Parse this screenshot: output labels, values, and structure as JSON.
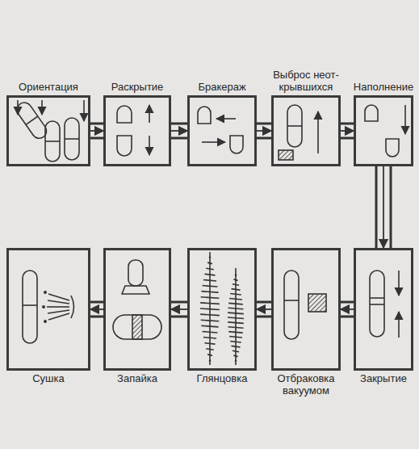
{
  "diagram": {
    "nodes": [
      {
        "text": [
          "Ориентация"
        ]
      },
      {
        "text": [
          "Раскрытие"
        ]
      },
      {
        "text": [
          "Бракераж"
        ]
      },
      {
        "text": [
          "Выброс неот- крывшихся"
        ]
      },
      {
        "text": [
          "Наполнение"
        ]
      },
      {
        "text": [
          "Закрытие"
        ]
      },
      {
        "text": [
          "Отбраковка вакуумом"
        ]
      },
      {
        "text": [
          "Глянцовка"
        ]
      },
      {
        "text": [
          "Запайка"
        ]
      },
      {
        "text": [
          "Сушка"
        ]
      }
    ],
    "edges": [
      {
        "from": 0,
        "to": 1,
        "arrow": "to"
      },
      {
        "from": 1,
        "to": 2,
        "arrow": "to"
      },
      {
        "from": 2,
        "to": 3,
        "arrow": "to"
      },
      {
        "from": 3,
        "to": 4,
        "arrow": "to"
      },
      {
        "from": 4,
        "to": 5,
        "arrow": "to"
      },
      {
        "from": 5,
        "to": 6,
        "arrow": "to"
      },
      {
        "from": 6,
        "to": 7,
        "arrow": "to"
      },
      {
        "from": 7,
        "to": 8,
        "arrow": "to"
      },
      {
        "from": 8,
        "to": 9,
        "arrow": "to"
      }
    ]
  }
}
